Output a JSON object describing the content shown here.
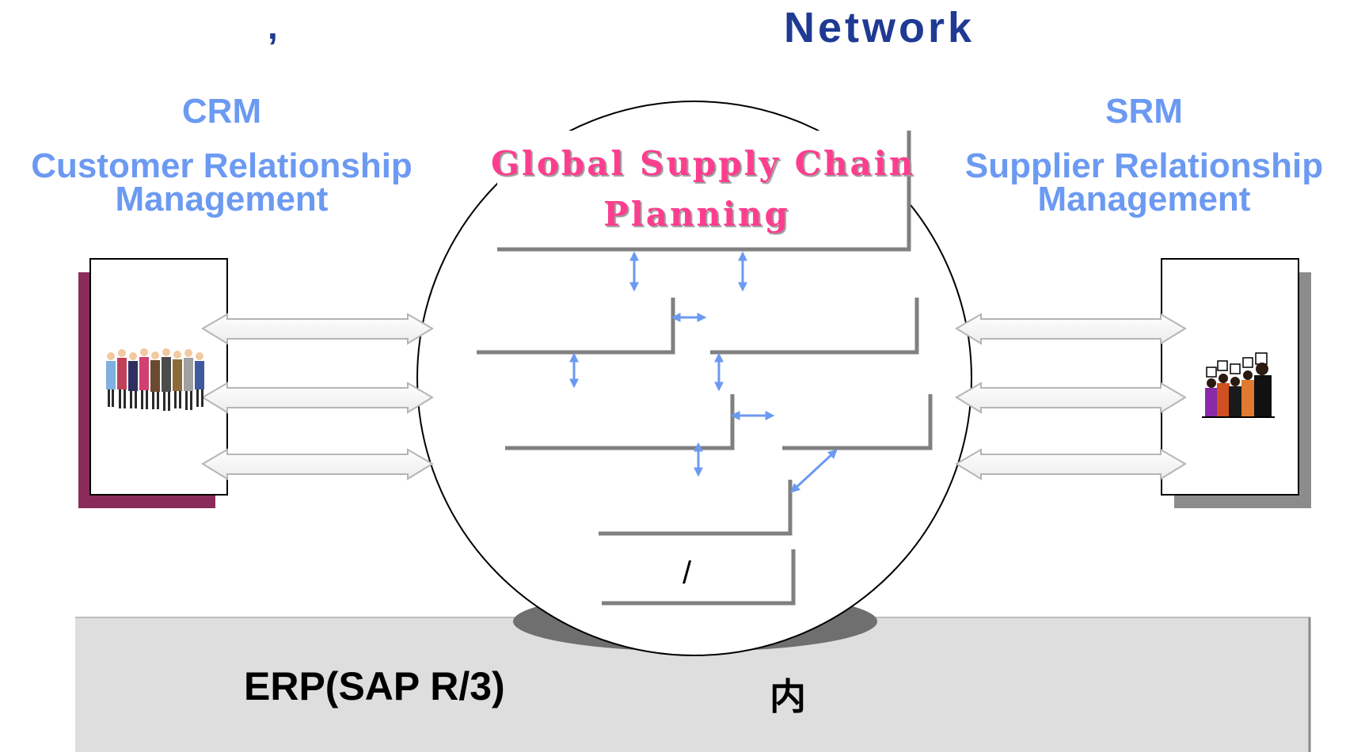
{
  "header": {
    "comma": ",",
    "network": "Network"
  },
  "crm": {
    "abbr": "CRM",
    "name_line1": "Customer Relationship",
    "name_line2": "Management"
  },
  "srm": {
    "abbr": "SRM",
    "name_line1": "Supplier Relationship",
    "name_line2": "Management"
  },
  "center": {
    "title_line1": "Global Supply Chain",
    "title_line2": "Planning",
    "slash": "/"
  },
  "footer": {
    "erp": "ERP(SAP R/3)",
    "glyph": "内"
  },
  "colors": {
    "title": "#1f3a93",
    "crm_srm_text": "#6c9af2",
    "gscp_text": "#ff3d8f",
    "arrow": "#6c9af2",
    "crm_shadow": "#8b2b5c",
    "srm_shadow": "#8c8c8c",
    "erp_band": "#dedede"
  },
  "icons": {
    "customers": "people-group-icon",
    "suppliers": "people-with-signs-icon"
  }
}
